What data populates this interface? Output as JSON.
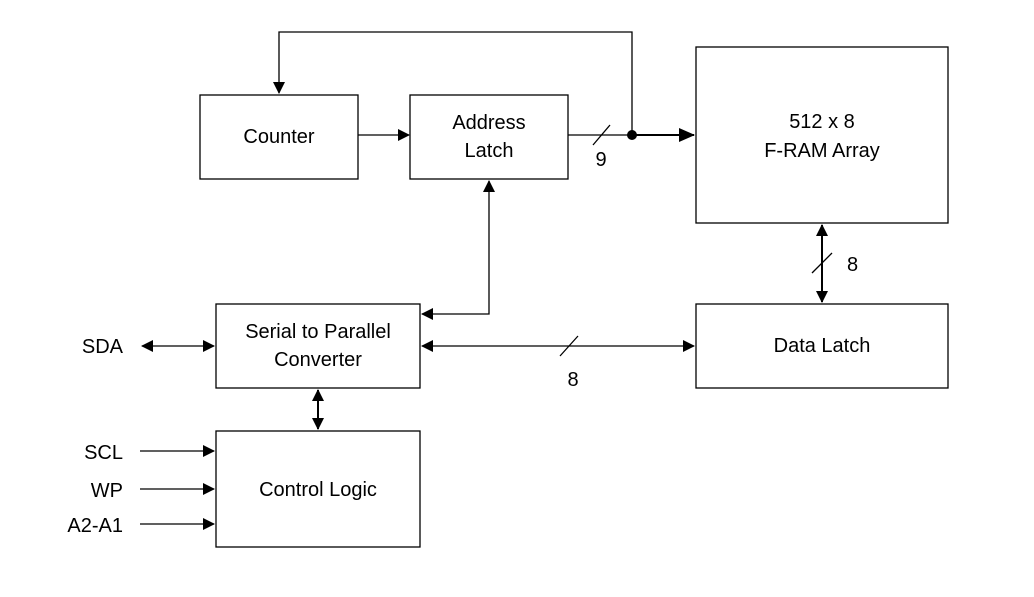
{
  "blocks": {
    "counter": "Counter",
    "address_latch": [
      "Address",
      "Latch"
    ],
    "fram_array": [
      "512 x 8",
      "F-RAM Array"
    ],
    "serial_converter": [
      "Serial to Parallel",
      "Converter"
    ],
    "data_latch": "Data Latch",
    "control_logic": "Control Logic"
  },
  "signals": {
    "sda": "SDA",
    "scl": "SCL",
    "wp": "WP",
    "a2a1": "A2-A1"
  },
  "bus_widths": {
    "address_bus": "9",
    "array_data_bus": "8",
    "converter_data_bus": "8"
  }
}
